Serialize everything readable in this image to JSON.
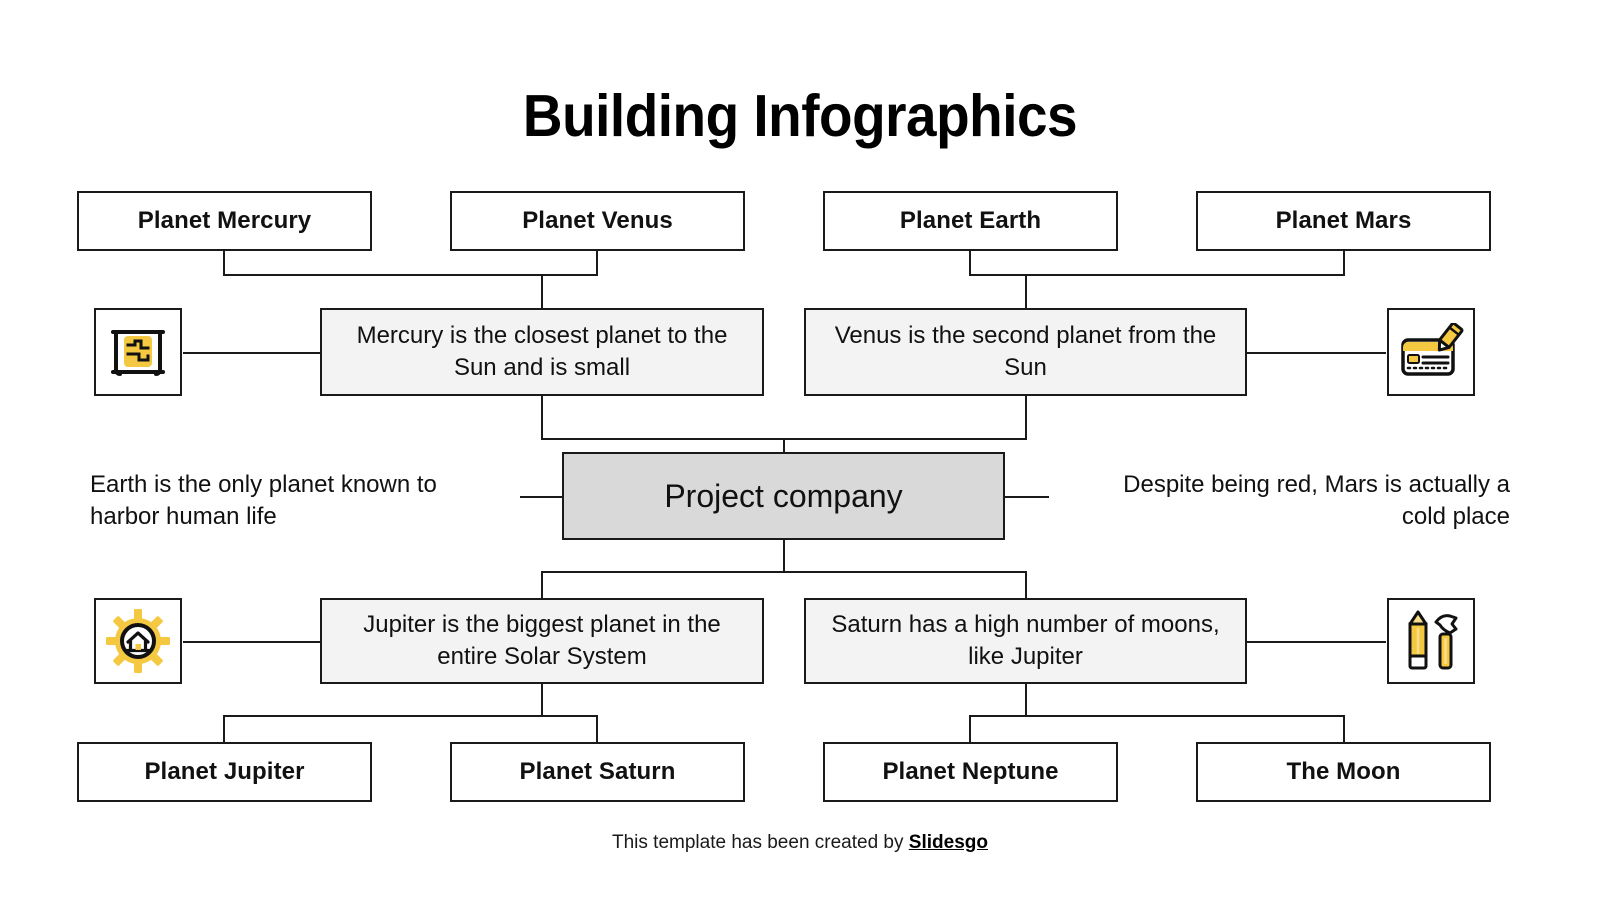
{
  "title": "Building Infographics",
  "center": {
    "label": "Project company"
  },
  "top_boxes": [
    {
      "label": "Planet Mercury"
    },
    {
      "label": "Planet Venus"
    },
    {
      "label": "Planet Earth"
    },
    {
      "label": "Planet Mars"
    }
  ],
  "bottom_boxes": [
    {
      "label": "Planet Jupiter"
    },
    {
      "label": "Planet Saturn"
    },
    {
      "label": "Planet Neptune"
    },
    {
      "label": "The Moon"
    }
  ],
  "descriptions": {
    "mercury": "Mercury is the closest planet to the Sun and is small",
    "venus": "Venus is the second planet from the Sun",
    "jupiter": "Jupiter is the biggest planet in the entire Solar System",
    "saturn": "Saturn has a high number of moons, like Jupiter"
  },
  "side_texts": {
    "earth": "Earth is the only planet known to harbor human life",
    "mars": "Despite being red, Mars is actually a cold place"
  },
  "icons": {
    "blueprint": "blueprint-scroll-icon",
    "permit": "permit-card-pencil-icon",
    "gear_house": "gear-house-icon",
    "tools": "pencil-hammer-tools-icon"
  },
  "footer": {
    "text": "This template has been created by ",
    "brand": "Slidesgo"
  },
  "colors": {
    "accent_yellow": "#F5C842",
    "accent_yellow_light": "#FBDE8A",
    "ink": "#1A1A1A",
    "box_fill_light": "#F3F3F3",
    "box_fill_center": "#D9D9D9",
    "background": "#FFFFFF"
  }
}
